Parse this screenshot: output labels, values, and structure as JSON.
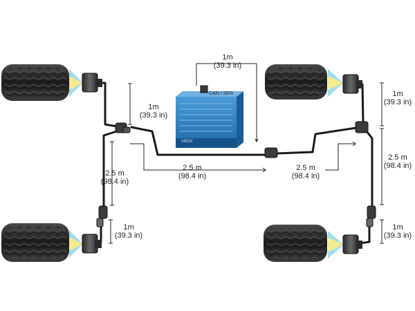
{
  "device": {
    "brand": "VBOX",
    "port_label": "CAN / SER"
  },
  "dimensions": {
    "top_cable": {
      "m": "1m",
      "in": "(39.3 in)"
    },
    "left_upper_cable": {
      "m": "1m",
      "in": "(39.3 in)"
    },
    "right_upper_cable": {
      "m": "1m",
      "in": "(39.3 in)"
    },
    "left_long_cable": {
      "m": "2.5 m",
      "in": "(98.4 in)"
    },
    "center_left_cable": {
      "m": "2.5 m",
      "in": "(98.4 in)"
    },
    "center_right_cable": {
      "m": "2.5 m",
      "in": "(98.4 in)"
    },
    "right_long_cable": {
      "m": "2.5 m",
      "in": "(98.4 in)"
    },
    "left_lower_cable": {
      "m": "1m",
      "in": "(39.3 in)"
    },
    "right_lower_cable": {
      "m": "1m",
      "in": "(39.3 in)"
    }
  },
  "colors": {
    "device_body": "#2d7ec0",
    "cable": "#1a1a1a",
    "tyre": "#2b2b2b"
  }
}
